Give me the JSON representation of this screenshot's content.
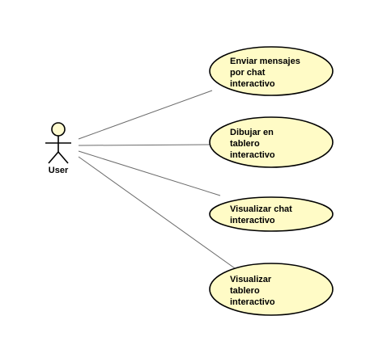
{
  "actor": {
    "name": "User"
  },
  "use_cases": [
    {
      "lines": [
        "Enviar mensajes",
        "por chat",
        "interactivo"
      ]
    },
    {
      "lines": [
        "Dibujar en",
        "tablero",
        "interactivo"
      ]
    },
    {
      "lines": [
        "Visualizar chat",
        "interactivo"
      ]
    },
    {
      "lines": [
        "Visualizar",
        "tablero",
        "interactivo"
      ]
    }
  ],
  "colors": {
    "use_case_fill": "#fffbc6",
    "outline": "#000000",
    "association_line": "#6b6b6b"
  }
}
